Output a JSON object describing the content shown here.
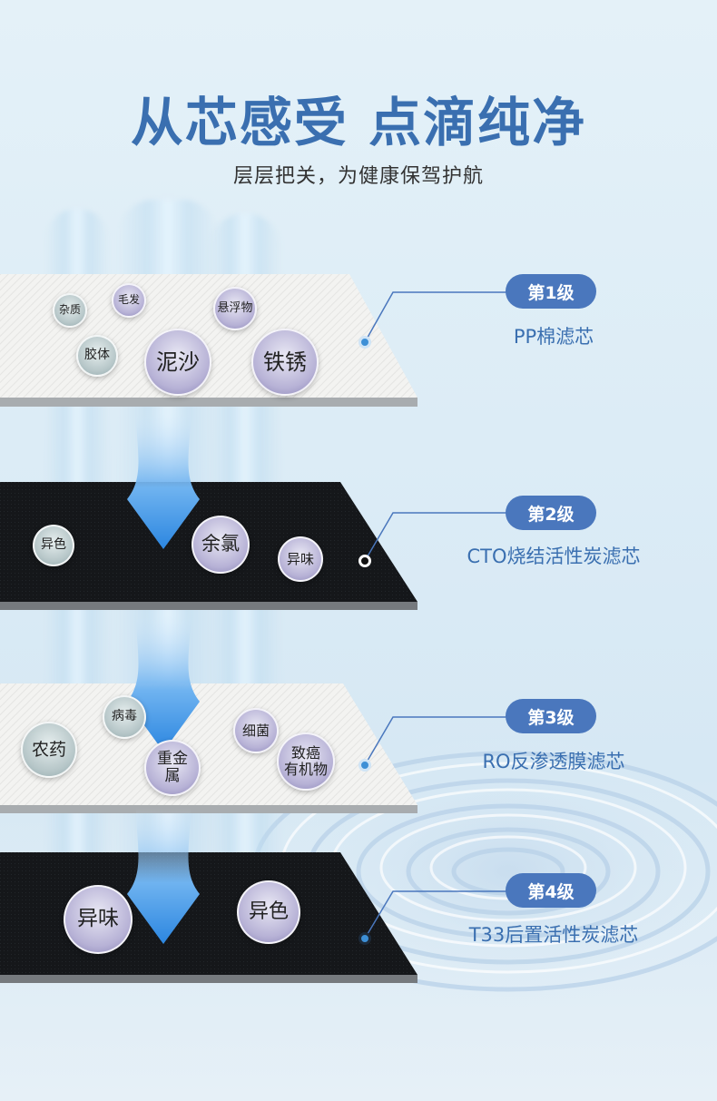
{
  "header": {
    "title": "从芯感受 点滴纯净",
    "subtitle": "层层把关，为健康保驾护航"
  },
  "stages": [
    {
      "badge": "第1级",
      "name": "PP棉滤芯",
      "pollutants": [
        "杂质",
        "毛发",
        "悬浮物",
        "胶体",
        "泥沙",
        "铁锈"
      ]
    },
    {
      "badge": "第2级",
      "name": "CTO烧结活性炭滤芯",
      "pollutants": [
        "异色",
        "余氯",
        "异味"
      ]
    },
    {
      "badge": "第3级",
      "name": "RO反渗透膜滤芯",
      "pollutants": [
        "病毒",
        "农药",
        "细菌",
        "重金\n属",
        "致癌\n有机物"
      ]
    },
    {
      "badge": "第4级",
      "name": "T33后置活性炭滤芯",
      "pollutants": [
        "异味",
        "异色"
      ]
    }
  ],
  "colors": {
    "accent": "#4a77bd",
    "title": "#3a6fb0",
    "arrow": "#3b8ee0",
    "white_layer": "#f2f2f0",
    "black_layer": "#131517"
  }
}
